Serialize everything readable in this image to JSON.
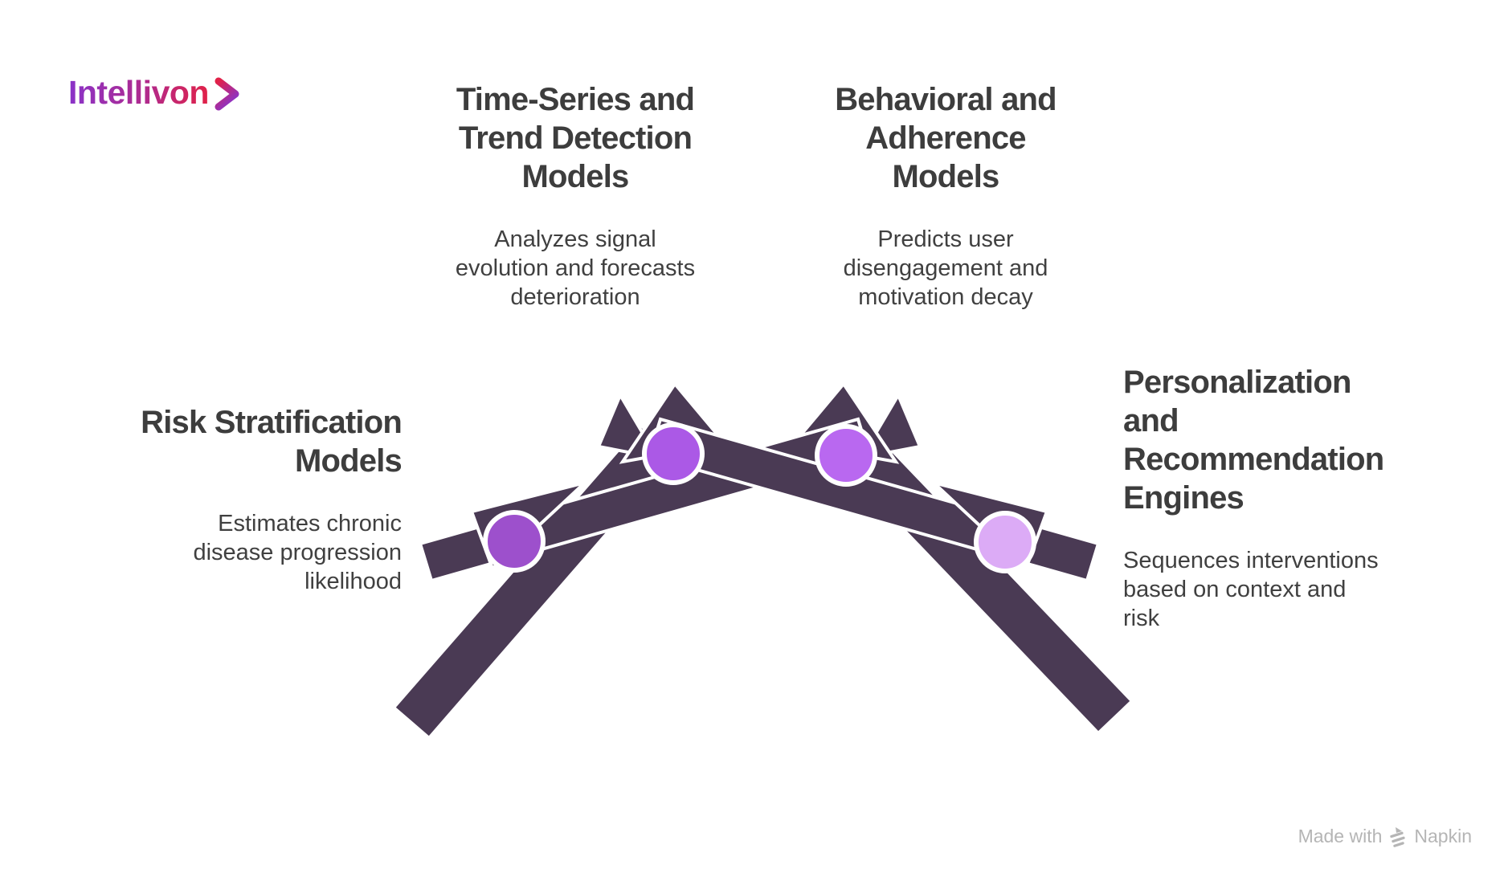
{
  "logo": {
    "text": "Intellivon"
  },
  "nodes": [
    {
      "id": "time-series",
      "title_lines": [
        "Time-Series and",
        "Trend Detection",
        "Models"
      ],
      "desc_lines": [
        "Analyzes signal",
        "evolution and forecasts",
        "deterioration"
      ]
    },
    {
      "id": "behavioral",
      "title_lines": [
        "Behavioral and",
        "Adherence",
        "Models"
      ],
      "desc_lines": [
        "Predicts user",
        "disengagement and",
        "motivation decay"
      ]
    },
    {
      "id": "risk-stratification",
      "title_lines": [
        "Risk Stratification",
        "Models"
      ],
      "desc_lines": [
        "Estimates chronic",
        "disease progression",
        "likelihood"
      ]
    },
    {
      "id": "personalization",
      "title_lines": [
        "Personalization",
        "and",
        "Recommendation",
        "Engines"
      ],
      "desc_lines": [
        "Sequences interventions",
        "based on context and",
        "risk"
      ]
    }
  ],
  "graphic": {
    "bar_color": "#4a3a54",
    "outline_color": "#ffffff",
    "circles": [
      {
        "label": "risk-stratification-node",
        "color": "#9d50cc"
      },
      {
        "label": "time-series-node",
        "color": "#ab59e6"
      },
      {
        "label": "behavioral-node",
        "color": "#b968f0"
      },
      {
        "label": "personalization-node",
        "color": "#dcabf6"
      }
    ]
  },
  "brand_colors": {
    "logo_gradient_start": "#8a33c9",
    "logo_gradient_end": "#e12148",
    "text_dark": "#3d3d3d"
  },
  "watermark": {
    "prefix": "Made with",
    "brand": "Napkin",
    "color": "#b5b5b5"
  }
}
